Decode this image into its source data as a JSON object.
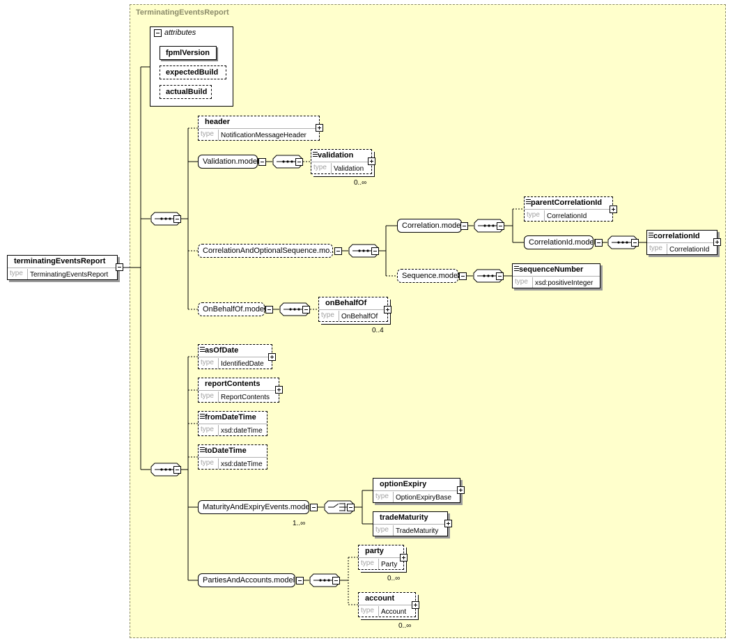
{
  "diagram": {
    "outer_title": "TerminatingEventsReport",
    "root": {
      "name": "terminatingEventsReport",
      "type_label": "type",
      "type_value": "TerminatingEventsReport"
    },
    "attributes": {
      "header": "attributes",
      "items": [
        "fpmlVersion",
        "expectedBuild",
        "actualBuild"
      ]
    },
    "elements": {
      "header": {
        "name": "header",
        "type": "NotificationMessageHeader"
      },
      "validation": {
        "name": "validation",
        "type": "Validation",
        "occurs": "0..∞"
      },
      "parentCorrelationId": {
        "name": "parentCorrelationId",
        "type": "CorrelationId"
      },
      "correlationId": {
        "name": "correlationId",
        "type": "CorrelationId"
      },
      "sequenceNumber": {
        "name": "sequenceNumber",
        "type": "xsd:positiveInteger"
      },
      "onBehalfOf": {
        "name": "onBehalfOf",
        "type": "OnBehalfOf",
        "occurs": "0..4"
      },
      "asOfDate": {
        "name": "asOfDate",
        "type": "IdentifiedDate"
      },
      "reportContents": {
        "name": "reportContents",
        "type": "ReportContents"
      },
      "fromDateTime": {
        "name": "fromDateTime",
        "type": "xsd:dateTime"
      },
      "toDateTime": {
        "name": "toDateTime",
        "type": "xsd:dateTime"
      },
      "optionExpiry": {
        "name": "optionExpiry",
        "type": "OptionExpiryBase"
      },
      "tradeMaturity": {
        "name": "tradeMaturity",
        "type": "TradeMaturity"
      },
      "party": {
        "name": "party",
        "type": "Party",
        "occurs": "0..∞"
      },
      "account": {
        "name": "account",
        "type": "Account",
        "occurs": "0..∞"
      }
    },
    "groups": {
      "validation_model": "Validation.model",
      "correlation_optional_sequence": "CorrelationAndOptionalSequence.mo...",
      "correlation_model": "Correlation.model",
      "correlation_id_model": "CorrelationId.model",
      "sequence_model": "Sequence.model",
      "on_behalf_of_model": "OnBehalfOf.model",
      "maturity_expiry_events": "MaturityAndExpiryEvents.model",
      "maturity_expiry_occurs": "1..∞",
      "parties_accounts": "PartiesAndAccounts.model"
    }
  }
}
